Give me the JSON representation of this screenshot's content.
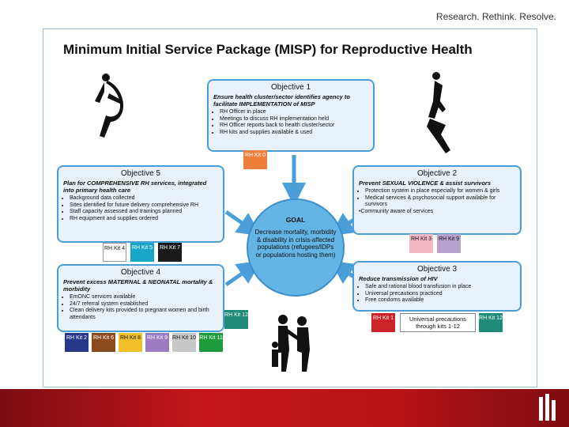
{
  "tagline": "Research. Rethink. Resolve.",
  "title": "Minimum Initial Service Package (MISP) for Reproductive Health",
  "colors": {
    "box_fill": "#e9f2fa",
    "box_border": "#4a9fd8",
    "goal_fill": "#64b4e6",
    "footer": "#c4141b"
  },
  "objectives": {
    "obj1": {
      "heading": "Objective 1",
      "lead": "Ensure health cluster/sector identifies agency to facilitate IMPLEMENTATION of MISP",
      "items": [
        "RH Officer in place",
        "Meetings to discuss RH implementation held",
        "RH Officer reports back to health cluster/sector",
        "RH kits and supplies available & used"
      ]
    },
    "obj2": {
      "heading": "Objective 2",
      "lead": "Prevent SEXUAL VIOLENCE & assist survivors",
      "items": [
        "Protection system in place especially for women & girls",
        "Medical services & psychosocial support available for survivors"
      ],
      "extra": "•Community aware of services"
    },
    "obj3": {
      "heading": "Objective 3",
      "lead": "Reduce transmission of HIV",
      "items": [
        "Safe and rational blood transfusion in place",
        "Universal precautions practiced",
        "Free condoms available"
      ]
    },
    "obj4": {
      "heading": "Objective 4",
      "lead": "Prevent excess MATERNAL & NEONATAL mortality & morbidity",
      "items": [
        "EmONC services available",
        "24/7 referral system established",
        "Clean delivery kits provided to pregnant women and birth attendants"
      ]
    },
    "obj5": {
      "heading": "Objective 5",
      "lead": "Plan for COMPREHENSIVE RH services, integrated into primary health care",
      "items": [
        "Background data collected",
        "Sites identified for future delivery comprehensive RH",
        "Staff capacity assessed and trainings planned",
        "RH equipment and supplies ordered"
      ]
    }
  },
  "goal": {
    "title": "GOAL",
    "text": "Decrease mortality, morbidity & disability in crisis-affected populations (refugees/IDPs or populations hosting them)"
  },
  "kits": {
    "k0": {
      "label": "RH Kit 0",
      "color": "#f07f3c"
    },
    "k4": {
      "label": "RH Kit 4",
      "color": "#ffffff"
    },
    "k5": {
      "label": "RH Kit 5",
      "color": "#19a7c7"
    },
    "k7": {
      "label": "RH Kit 7",
      "color": "#1a1a1a"
    },
    "k3": {
      "label": "RH Kit 3",
      "color": "#f2b8c6"
    },
    "k9a": {
      "label": "RH Kit 9",
      "color": "#b6a2cf"
    },
    "k12a": {
      "label": "RH Kit 12",
      "color": "#1f8a76"
    },
    "k1": {
      "label": "RH Kit 1",
      "color": "#cc2229"
    },
    "k12b": {
      "label": "RH Kit 12",
      "color": "#1f8a76"
    },
    "k2": {
      "label": "RH Kit 2",
      "color": "#27388a"
    },
    "k6": {
      "label": "RH Kit 6",
      "color": "#8b4a1e"
    },
    "k8": {
      "label": "RH Kit 8",
      "color": "#f1c02a"
    },
    "k9b": {
      "label": "RH Kit 9",
      "color": "#9b7cc0"
    },
    "k10": {
      "label": "RH Kit 10",
      "color": "#c8c8c8"
    },
    "k11": {
      "label": "RH Kit 11",
      "color": "#1f9b3c"
    }
  },
  "universal_precautions": "Universal precautions through kits 1-12"
}
